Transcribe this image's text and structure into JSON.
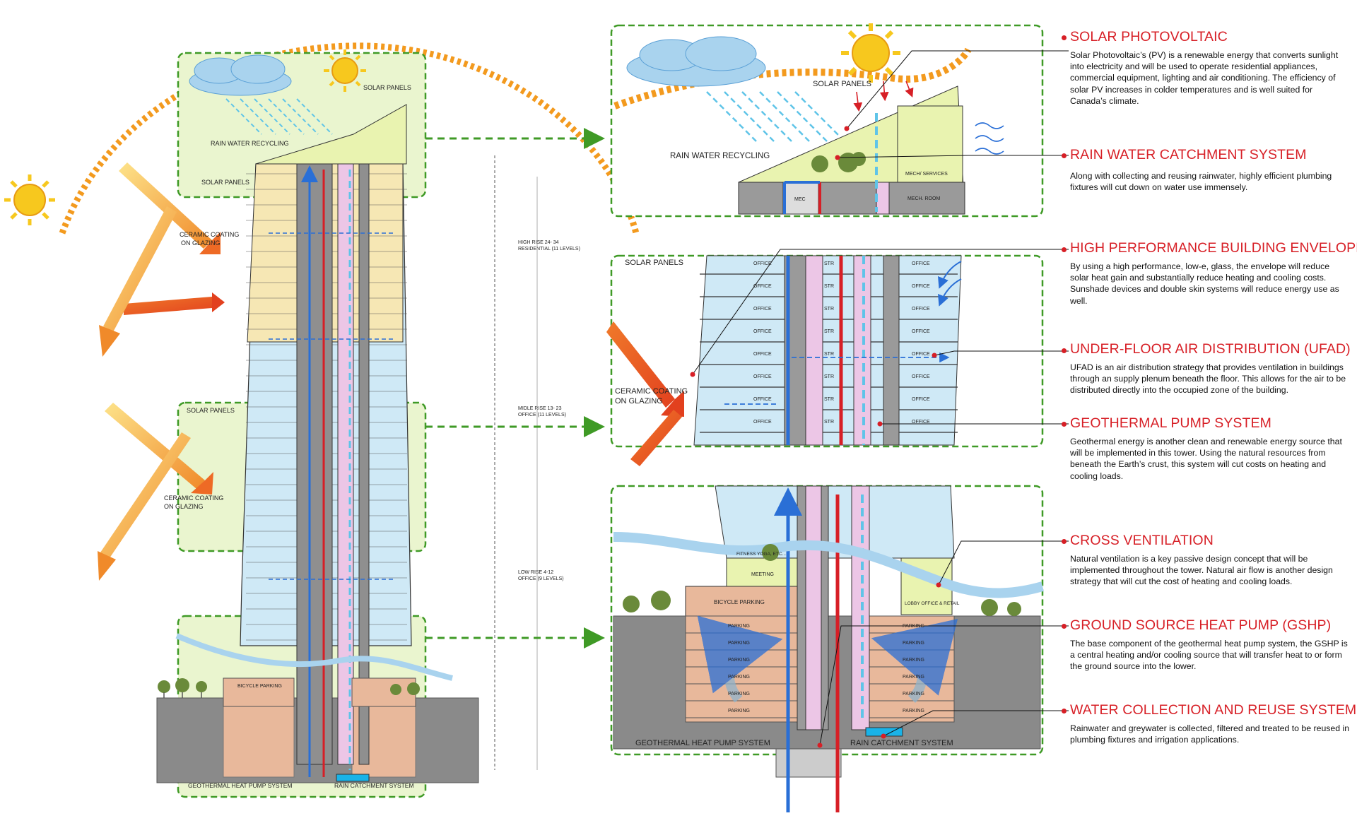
{
  "annotations": [
    {
      "title": "SOLAR PHOTOVOLTAIC",
      "body": "Solar Photovoltaic’s (PV) is a renewable energy that converts sunlight into electricity and will be used to operate residential appliances, commercial equipment, lighting and air conditioning. The efficiency of solar PV increases in colder temperatures and is well suited for Canada’s climate."
    },
    {
      "title": "RAIN WATER CATCHMENT SYSTEM",
      "body": "Along with collecting and reusing rainwater, highly efficient plumbing fixtures will cut down on water use immensely."
    },
    {
      "title": "HIGH PERFORMANCE BUILDING ENVELOPE",
      "body": "By using a high performance, low-e, glass, the envelope will reduce solar heat gain and substantially reduce heating and cooling  costs. Sunshade devices and double skin systems will reduce energy use as well."
    },
    {
      "title": "UNDER-FLOOR AIR DISTRIBUTION (UFAD)",
      "body": "UFAD is an air distribution strategy that provides ventilation in buildings through an supply plenum beneath the floor. This allows for the air to be distributed directly into the occupied zone of the building."
    },
    {
      "title": "GEOTHERMAL PUMP SYSTEM",
      "body": "Geothermal energy is another clean and renewable energy source that will be implemented in this tower. Using the natural resources from beneath the Earth’s crust, this system will cut costs on heating and cooling loads."
    },
    {
      "title": "CROSS VENTILATION",
      "body": "Natural ventilation is a key passive design concept that will be implemented throughout the tower. Natural air flow is another design strategy that will cut the cost of heating and cooling loads."
    },
    {
      "title": "GROUND SOURCE HEAT PUMP (GSHP)",
      "body": "The base component of the geothermal heat pump system, the GSHP is a central heating and/or cooling source that will transfer heat to or form the ground source into the lower."
    },
    {
      "title": "WATER COLLECTION AND REUSE SYSTEM",
      "body": "Rainwater and greywater is collected, filtered and treated to be reused in plumbing fixtures and irrigation applications."
    }
  ],
  "section_labels": {
    "solar_panels": "SOLAR PANELS",
    "rain_water_recycling": "RAIN WATER RECYCLING",
    "ceramic_coating_1": "CERAMIC COATING",
    "ceramic_coating_2": "ON GLAZING",
    "geothermal": "GEOTHERMAL HEAT PUMP SYSTEM",
    "rain_catchment": "RAIN CATCHMENT SYSTEM",
    "bicycle_parking": "BICYCLE PARKING",
    "parking": "PARKING",
    "meeting": "MEETING",
    "fitness": "FITNESS YOGA, ETC...",
    "lobby": "LOBBY OFFICE & RETAIL",
    "mech_services": "MECH/ SERVICES",
    "mech_room": "MECH. ROOM",
    "office": "OFFICE",
    "residential": "RESIDENTIAL",
    "mec": "MEC",
    "str": "STR"
  },
  "zones": {
    "high_rise_1": "HIGH RISE 24- 34",
    "high_rise_2": "RESIDENTIAL (11 LEVELS)",
    "mid_rise_1": "MIDLE RISE 13- 23",
    "mid_rise_2": "OFFICE (11 LEVELS)",
    "low_rise_1": "LOW RISE 4-12",
    "low_rise_2": "OFFICE (9 LEVELS)"
  },
  "colors": {
    "accent_red": "#d71f26",
    "frame_green": "#3f9a26",
    "frame_fill": "#eaf5cf",
    "sky_blue": "#bfe3f1",
    "office_blue": "#cfe9f6",
    "residential_yellow": "#f6e7b4",
    "ground_gray": "#8a8a8a",
    "parking_tan": "#e8b89b",
    "core_pink": "#ecc6e6",
    "sun_orange": "#f39a1e"
  }
}
